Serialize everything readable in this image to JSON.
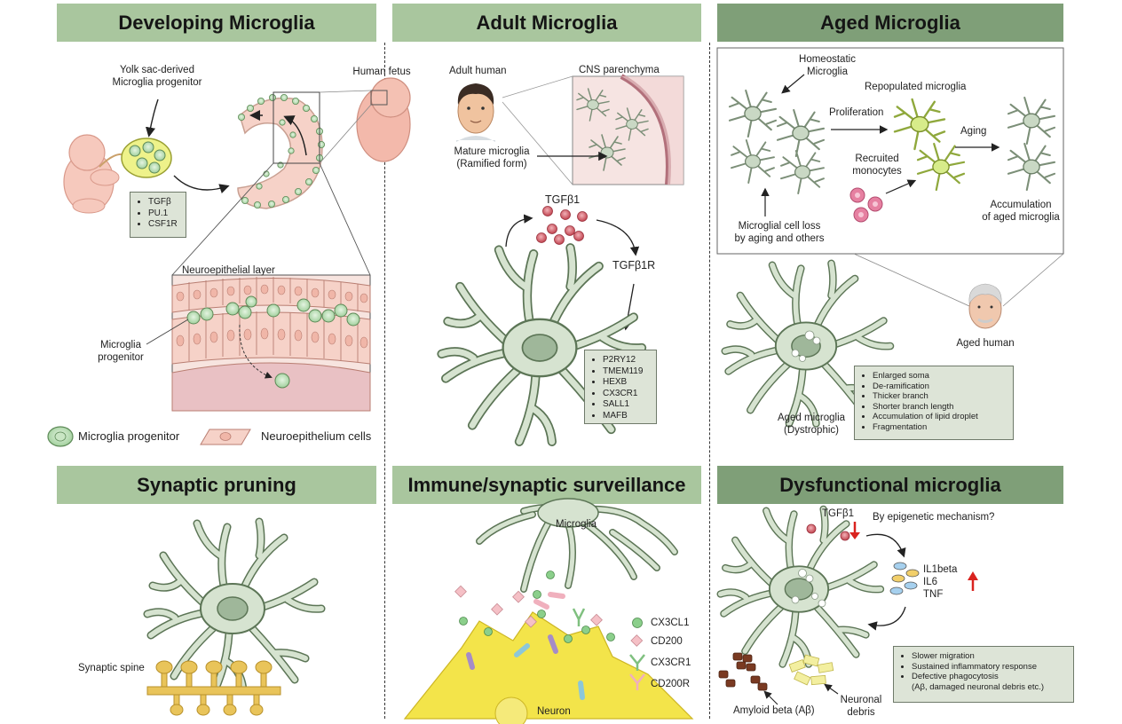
{
  "panels": {
    "developing": {
      "title": "Developing Microglia",
      "yolk_label": "Yolk sac-derived\nMicroglia progenitor",
      "fetus_label": "Human fetus",
      "factors": [
        "TGFβ",
        "PU.1",
        "CSF1R"
      ],
      "layer_label": "Neuroepithelial layer",
      "progenitor_label": "Microglia\nprogenitor",
      "legend_progenitor": "Microglia progenitor",
      "legend_neuro": "Neuroepithelium cells"
    },
    "adult": {
      "title": "Adult Microglia",
      "adult_human": "Adult human",
      "cns": "CNS parenchyma",
      "mature": "Mature microglia\n(Ramified form)",
      "tgfb1": "TGFβ1",
      "tgfb1r": "TGFβ1R",
      "markers": [
        "P2RY12",
        "TMEM119",
        "HEXB",
        "CX3CR1",
        "SALL1",
        "MAFB"
      ]
    },
    "aged": {
      "title": "Aged Microglia",
      "homeostatic": "Homeostatic\nMicroglia",
      "repopulated": "Repopulated microglia",
      "proliferation": "Proliferation",
      "aging": "Aging",
      "recruited": "Recruited\nmonocytes",
      "loss": "Microglial cell loss\nby aging and others",
      "accumulation": "Accumulation\nof aged microglia",
      "aged_human": "Aged human",
      "aged_microglia": "Aged microglia\n(Dystrophic)",
      "features": [
        "Enlarged soma",
        "De-ramification",
        "Thicker branch",
        "Shorter branch length",
        "Accumulation of lipid droplet",
        "Fragmentation"
      ]
    },
    "pruning": {
      "title": "Synaptic pruning",
      "spine": "Synaptic spine"
    },
    "surveillance": {
      "title": "Immune/synaptic surveillance",
      "microglia": "Microglia",
      "neuron": "Neuron",
      "legend": [
        "CX3CL1",
        "CD200",
        "CX3CR1",
        "CD200R"
      ]
    },
    "dysfunctional": {
      "title": "Dysfunctional microglia",
      "tgfb1": "TGFβ1",
      "epigenetic": "By epigenetic mechanism?",
      "cytokines": [
        "IL1beta",
        "IL6",
        "TNF"
      ],
      "amyloid": "Amyloid beta (Aβ)",
      "debris": "Neuronal\ndebris",
      "features": [
        "Slower migration",
        "Sustained inflammatory response",
        "Defective phagocytosis",
        "(Aβ, damaged neuronal debris etc.)"
      ]
    }
  },
  "colors": {
    "header_light": "#a9c69e",
    "header_dark": "#7f9f78",
    "microglia_fill": "#d6e3d0",
    "microglia_stroke": "#5c7556",
    "progenitor": "#a8d5a4",
    "neuro_pink": "#f6d2c8",
    "tgf_red": "#c84a55",
    "neuron_yellow": "#f3e44a",
    "arrow_red": "#d9231f"
  }
}
